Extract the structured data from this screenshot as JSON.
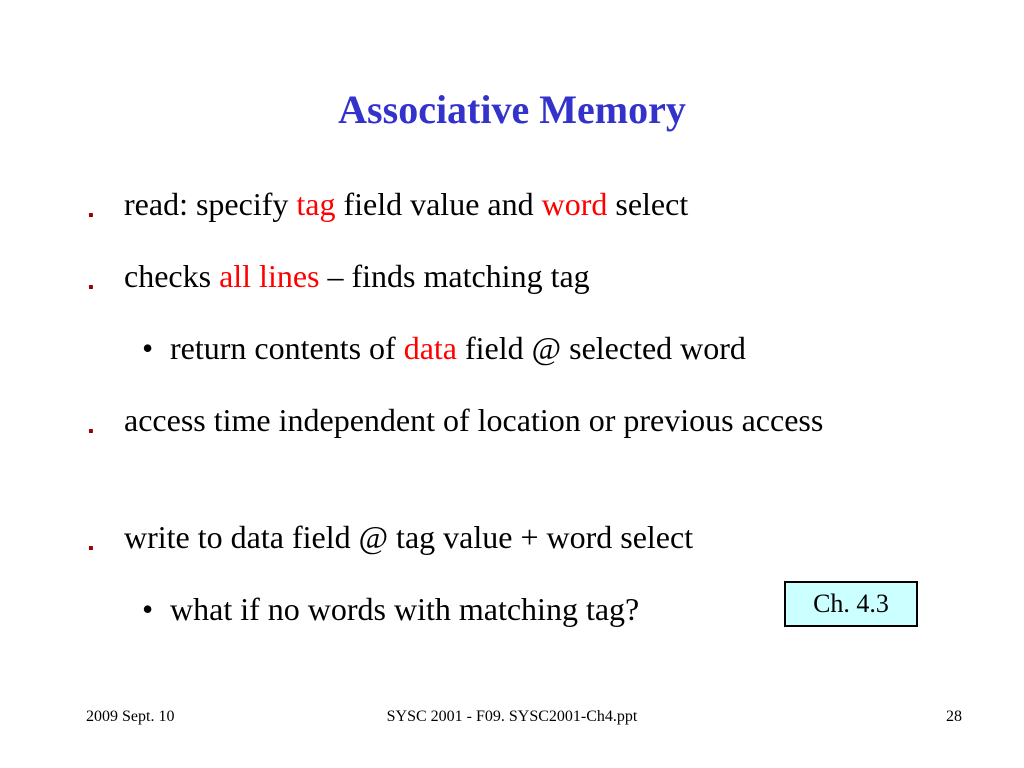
{
  "slide": {
    "title": "Associative Memory",
    "bullets": [
      {
        "parts": [
          "read: specify ",
          "tag",
          " field value and ",
          "word",
          " select"
        ]
      },
      {
        "parts": [
          "checks ",
          "all lines",
          " – finds matching tag"
        ]
      },
      {
        "parts": [
          "return contents of ",
          "data",
          " field @ selected word"
        ]
      },
      {
        "parts": [
          "access time independent of location or previous access"
        ]
      },
      {
        "parts": [
          "write to data field @ tag value + word select"
        ]
      },
      {
        "parts": [
          "what if no words with matching tag?"
        ]
      }
    ],
    "marker_l1": "▪",
    "marker_l2": "•",
    "reference": "Ch. 4.3"
  },
  "footer": {
    "date": "2009 Sept. 10",
    "course": "SYSC 2001 - F09. SYSC2001-Ch4.ppt",
    "page_number": "28"
  },
  "colors": {
    "title": "#3333cc",
    "highlight": "#ff0000",
    "marker": "#990000",
    "reference_box": "#ccffff"
  }
}
